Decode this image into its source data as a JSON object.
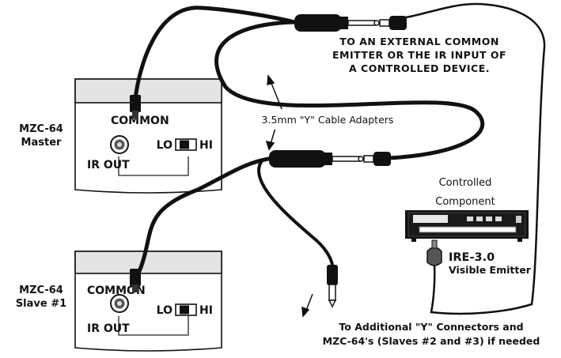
{
  "master": {
    "model": "MZC-64",
    "role": "Master",
    "common": "COMMON",
    "ir_out": "IR OUT",
    "lo": "LO",
    "hi": "HI"
  },
  "slave": {
    "model": "MZC-64",
    "role": "Slave #1",
    "common": "COMMON",
    "ir_out": "IR OUT",
    "lo": "LO",
    "hi": "HI"
  },
  "external_note": {
    "line1": "TO AN EXTERNAL COMMON",
    "line2": "EMITTER OR THE IR INPUT OF",
    "line3": "A CONTROLLED DEVICE."
  },
  "adapter_label": "3.5mm \"Y\" Cable Adapters",
  "controlled_component": {
    "line1": "Controlled",
    "line2": "Component"
  },
  "emitter": {
    "model": "IRE-3.0",
    "description": "Visible Emitter"
  },
  "additional_note": {
    "line1": "To Additional \"Y\" Connectors and",
    "line2": "MZC-64's (Slaves #2 and #3) if needed"
  }
}
